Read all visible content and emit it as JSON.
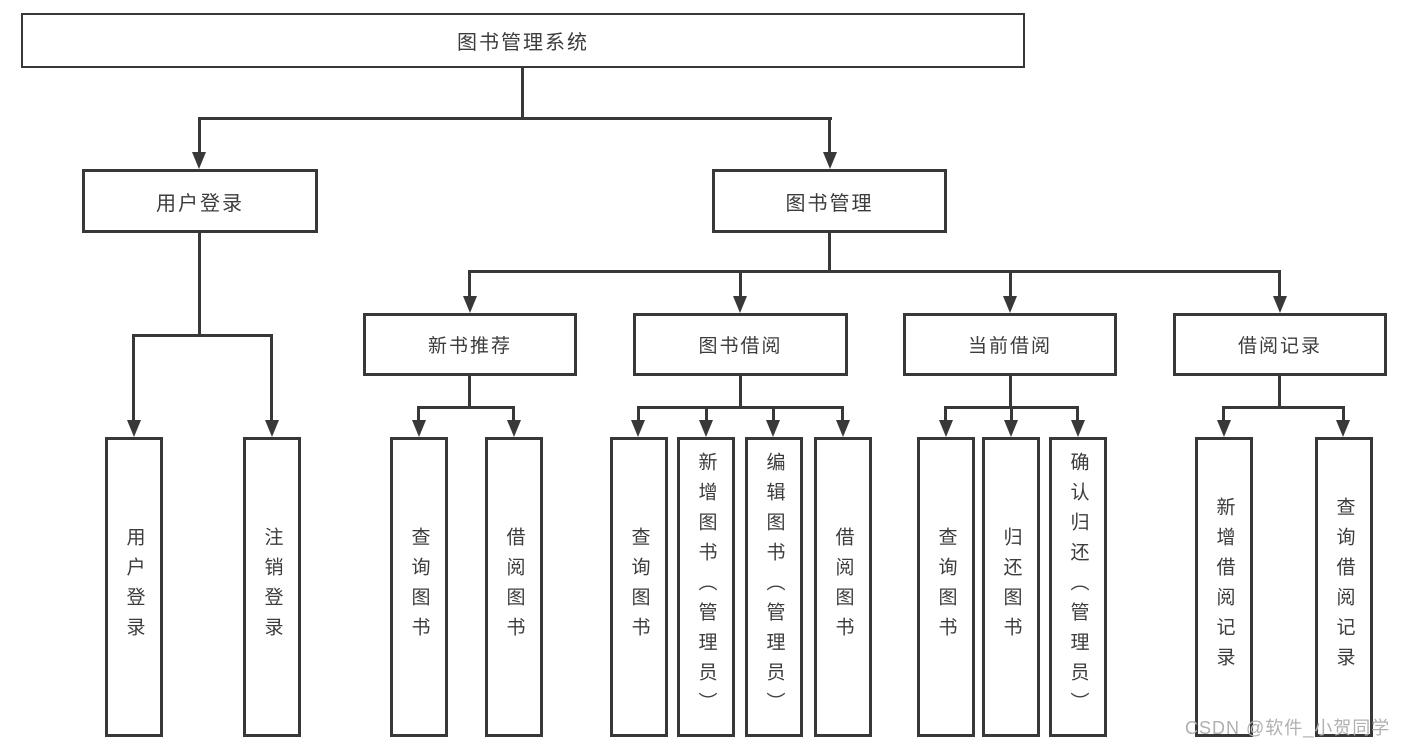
{
  "diagram": {
    "title": "图书管理系统",
    "colors": {
      "background": "#ffffff",
      "line": "#383838",
      "text": "#3c3c3c",
      "watermark": "#b0b0b0"
    },
    "root": {
      "label": "图书管理系统"
    },
    "level2": {
      "user_login": {
        "label": "用户登录"
      },
      "book_management": {
        "label": "图书管理"
      }
    },
    "level3": {
      "new_book_recommend": {
        "label": "新书推荐"
      },
      "book_borrow": {
        "label": "图书借阅"
      },
      "current_borrow": {
        "label": "当前借阅"
      },
      "borrow_records": {
        "label": "借阅记录"
      }
    },
    "leaves": {
      "user_login": [
        "用户登录",
        "注销登录"
      ],
      "new_book_recommend": [
        "查询图书",
        "借阅图书"
      ],
      "book_borrow": [
        "查询图书",
        "新增图书（管理员）",
        "编辑图书（管理员）",
        "借阅图书"
      ],
      "current_borrow": [
        "查询图书",
        "归还图书",
        "确认归还（管理员）"
      ],
      "borrow_records": [
        "新增借阅记录",
        "查询借阅记录"
      ]
    },
    "watermark": "CSDN @软件_小贺同学"
  }
}
